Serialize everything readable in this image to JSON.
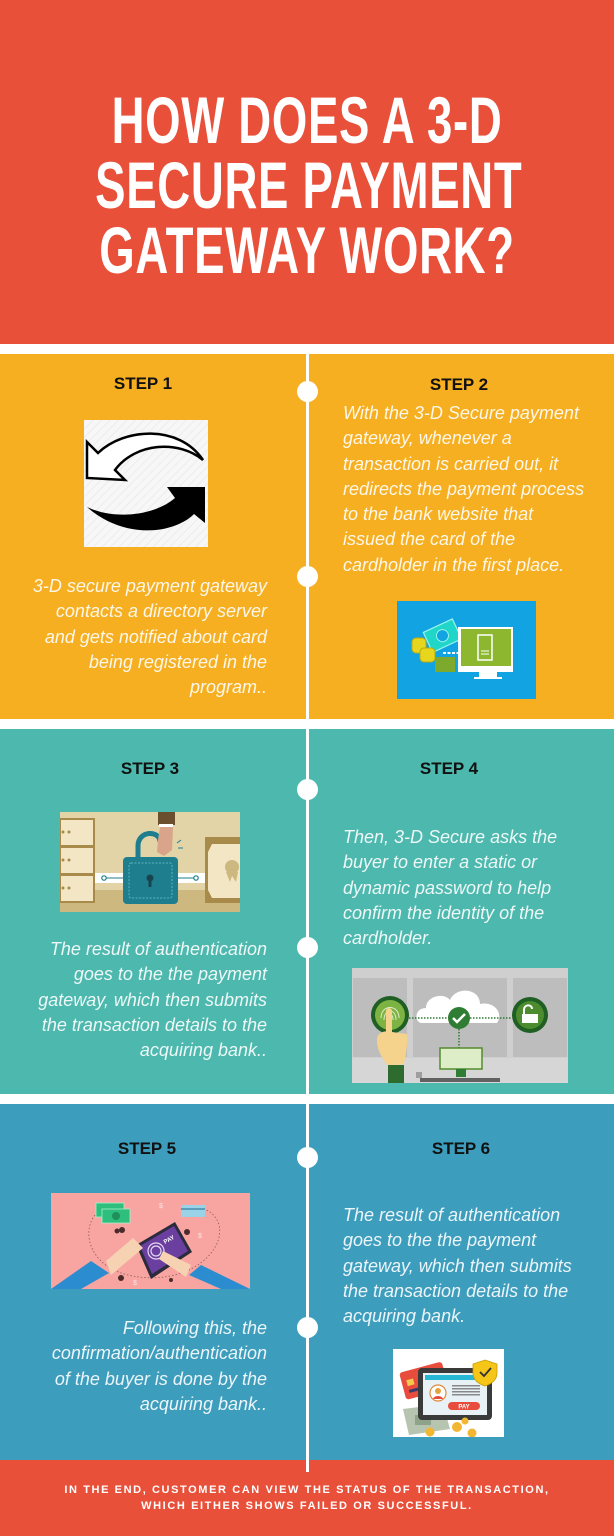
{
  "header": {
    "title_lines": [
      "HOW DOES A 3-D",
      "SECURE PAYMENT",
      "GATEWAY WORK?"
    ]
  },
  "colors": {
    "header_red": "#E8503A",
    "step_1_2_yellow": "#F5AF21",
    "step_3_4_teal": "#4DB8AD",
    "step_5_6_blue": "#3D9DBD",
    "footer_red": "#E8503A",
    "timeline_white": "#FFFFFF"
  },
  "steps": [
    {
      "label": "STEP 1",
      "illustration": "exchange-arrows-icon",
      "lines": [
        "3-D secure payment gateway",
        "contacts a directory server",
        "and gets notified about card",
        "being registered in the",
        "program.."
      ]
    },
    {
      "label": "STEP 2",
      "illustration": "payment-redirect-monitor-icon",
      "lines": [
        "With the 3-D Secure payment",
        "gateway, whenever a",
        "transaction is carried out, it",
        "redirects the payment process",
        "to the bank website that",
        "issued the card of the",
        "cardholder in the first place."
      ]
    },
    {
      "label": "STEP 3",
      "illustration": "padlock-unlock-icon",
      "lines": [
        "The result of authentication",
        "goes to the the payment",
        "gateway, which then submits",
        "the transaction details to the",
        "acquiring bank.."
      ]
    },
    {
      "label": "STEP 4",
      "illustration": "fingerprint-cloud-verification-icon",
      "lines": [
        "Then, 3-D Secure asks the",
        "buyer to enter a static or",
        "dynamic password to help",
        "confirm the identity of the",
        "cardholder."
      ]
    },
    {
      "label": "STEP 5",
      "illustration": "tablet-pay-icon",
      "pay_label": "PAY",
      "lines": [
        "Following this, the",
        "confirmation/authentication",
        "of the buyer is done by the",
        "acquiring bank.."
      ]
    },
    {
      "label": "STEP 6",
      "illustration": "secure-tablet-payment-icon",
      "pay_label": "PAY",
      "lines": [
        "The result of authentication",
        "goes to the the payment",
        "gateway, which then submits",
        "the transaction details to the",
        "acquiring bank."
      ]
    }
  ],
  "footer": {
    "lines": [
      "IN THE END, CUSTOMER CAN VIEW THE STATUS OF THE TRANSACTION,",
      "WHICH EITHER SHOWS FAILED OR SUCCESSFUL."
    ]
  }
}
